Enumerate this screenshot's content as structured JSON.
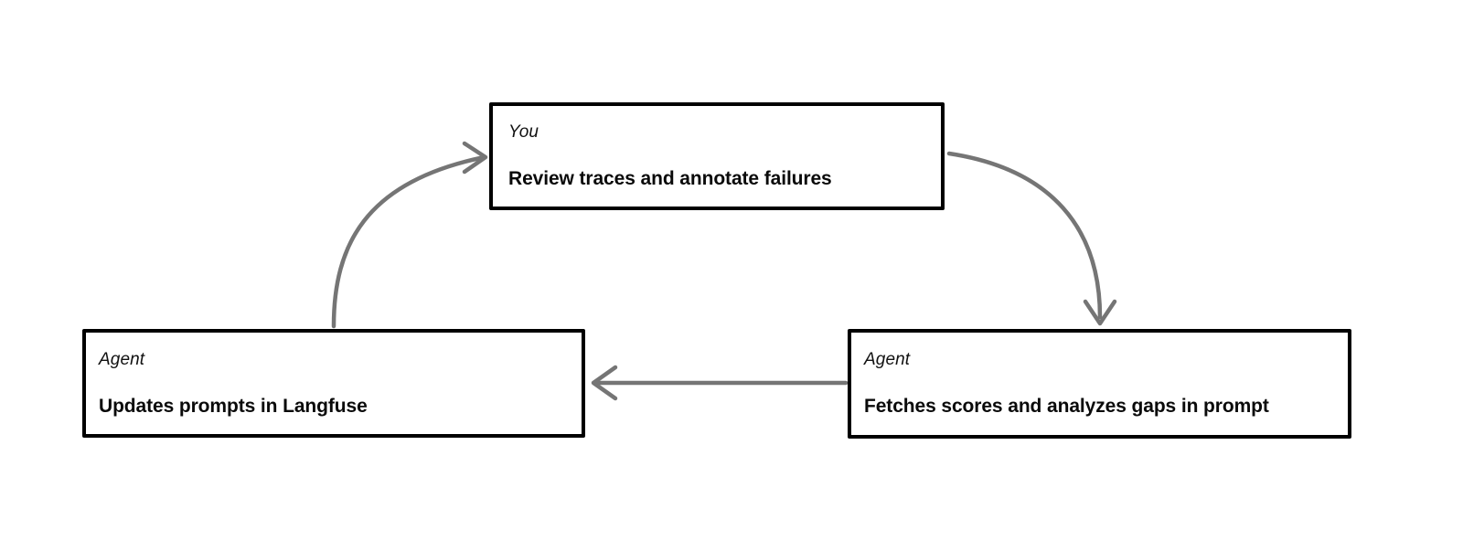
{
  "diagram": {
    "type": "cycle-flow",
    "background_color": "#ffffff",
    "node_border_color": "#000000",
    "arrow_color": "#757575",
    "nodes": [
      {
        "id": "you-review",
        "role": "You",
        "title": "Review traces and annotate failures"
      },
      {
        "id": "agent-fetch",
        "role": "Agent",
        "title": "Fetches scores and analyzes gaps in prompt"
      },
      {
        "id": "agent-update",
        "role": "Agent",
        "title": "Updates prompts in Langfuse"
      }
    ],
    "edges": [
      {
        "id": "you-to-fetch",
        "from": "you-review",
        "to": "agent-fetch",
        "style": "curved",
        "direction": "down-right"
      },
      {
        "id": "fetch-to-update",
        "from": "agent-fetch",
        "to": "agent-update",
        "style": "straight",
        "direction": "left"
      },
      {
        "id": "update-to-you",
        "from": "agent-update",
        "to": "you-review",
        "style": "curved",
        "direction": "up-right"
      }
    ]
  }
}
